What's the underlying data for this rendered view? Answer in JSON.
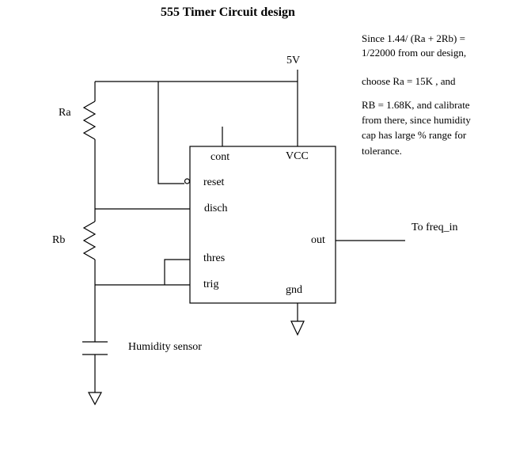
{
  "title": "555 Timer Circuit design",
  "notes": {
    "line1": "Since 1.44/ (Ra + 2Rb) =",
    "line2": "1/22000 from our design,",
    "line3": "choose Ra = 15K , and",
    "line4": "RB = 1.68K, and calibrate",
    "line5": "from there, since humidity",
    "line6": "cap has large % range for",
    "line7": "tolerance."
  },
  "labels": {
    "supply": "5V",
    "ra": "Ra",
    "rb": "Rb",
    "sensor": "Humidity sensor",
    "output": "To freq_in"
  },
  "chip": {
    "pins": {
      "cont": "cont",
      "vcc": "VCC",
      "reset": "reset",
      "disch": "disch",
      "out": "out",
      "thres": "thres",
      "trig": "trig",
      "gnd": "gnd"
    }
  },
  "colors": {
    "ink": "#000000",
    "background": "#ffffff"
  }
}
